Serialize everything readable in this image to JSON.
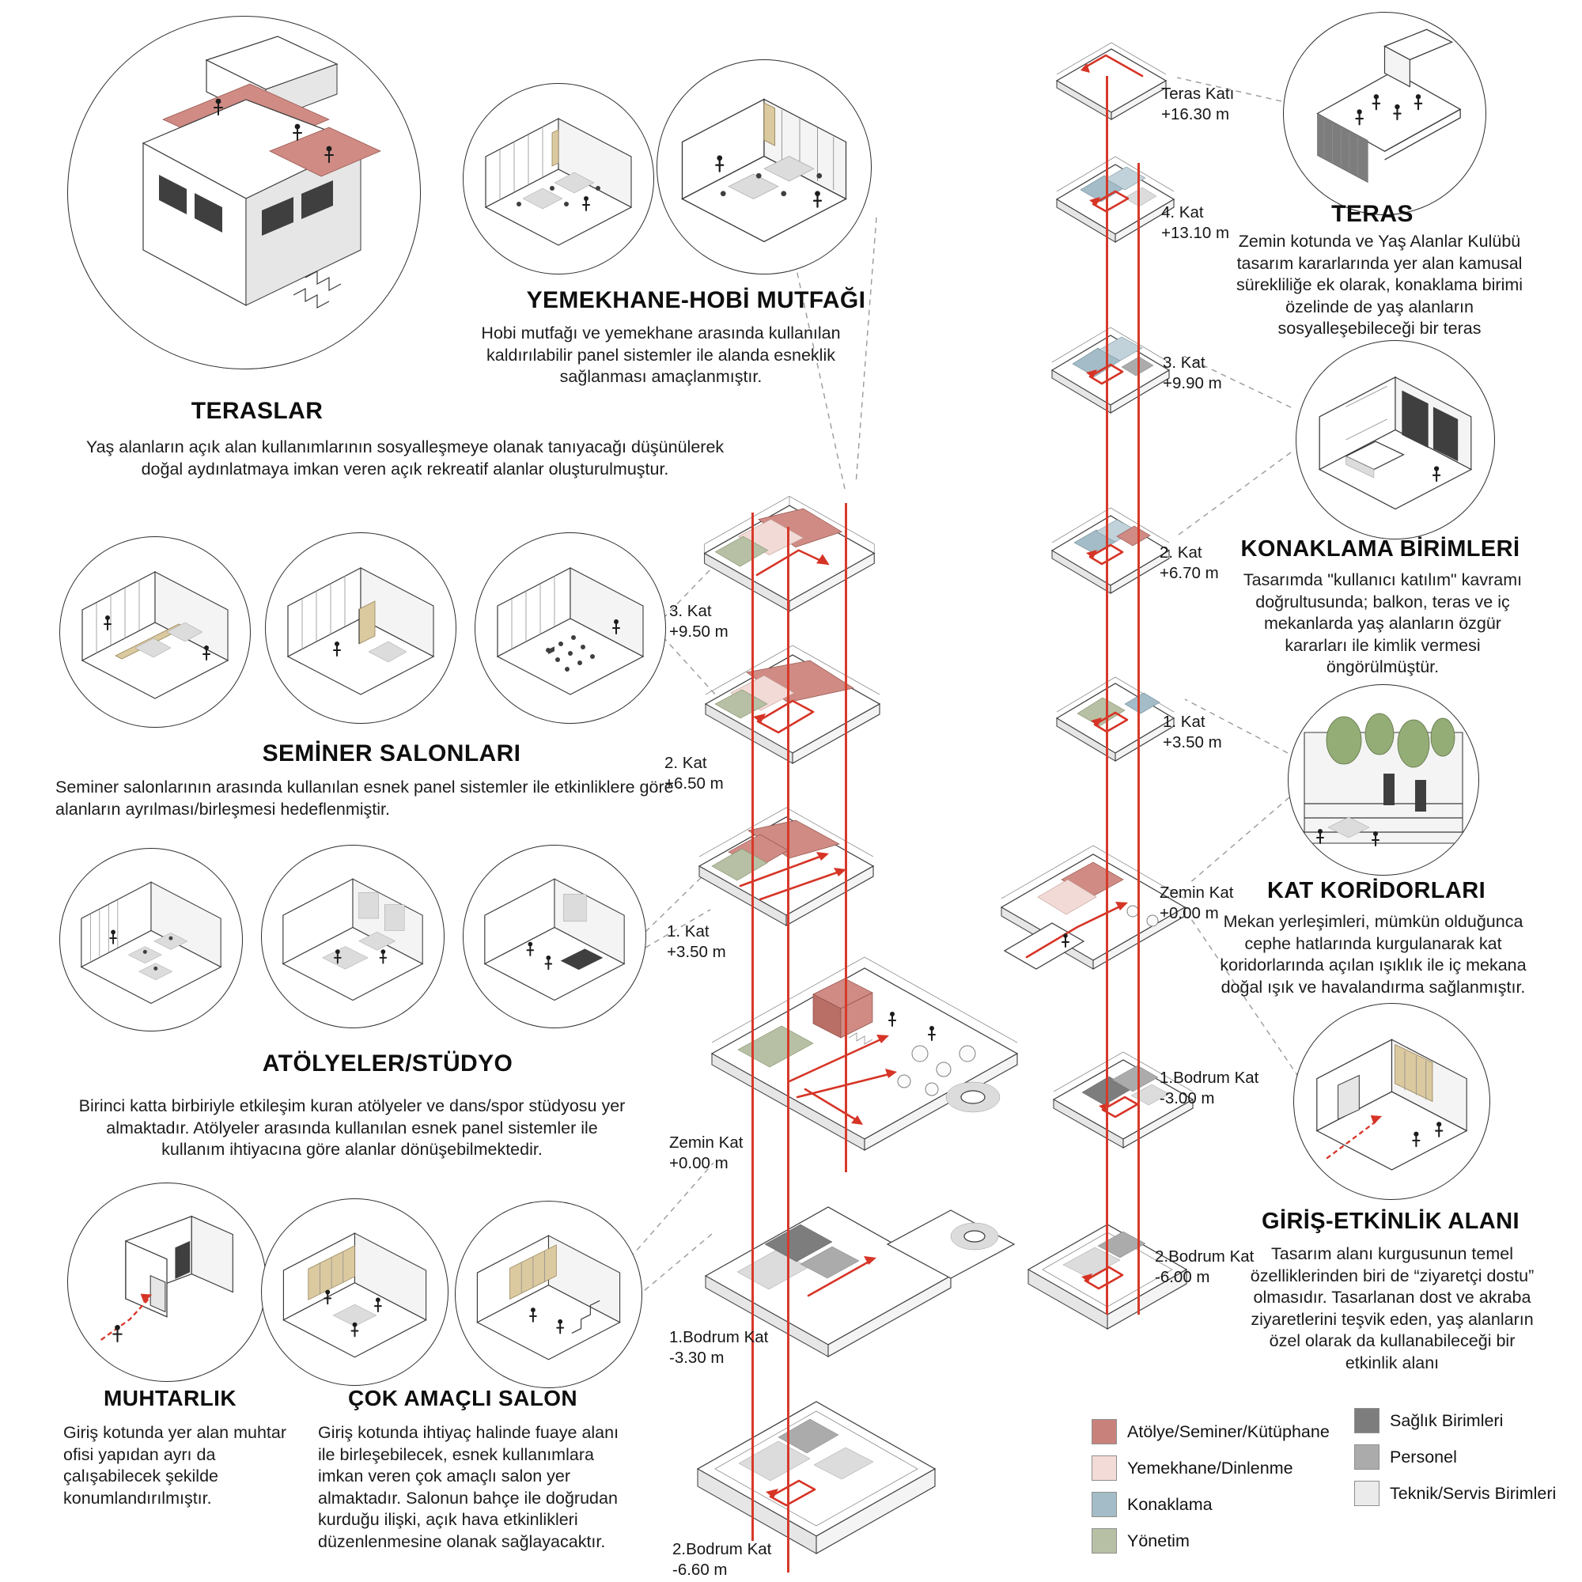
{
  "sections": {
    "teraslar": {
      "title": "TERASLAR",
      "body": "Yaş alanların açık alan kullanımlarının sosyalleşmeye olanak tanıyacağı  düşünülerek doğal aydınlatmaya imkan veren açık rekreatif alanlar oluşturulmuştur."
    },
    "yemekhane": {
      "title": "YEMEKHANE-HOBİ MUTFAĞI",
      "body": "Hobi mutfağı ve yemekhane arasında kullanılan kaldırılabilir panel sistemler ile alanda esneklik sağlanması amaçlanmıştır."
    },
    "seminer": {
      "title": "SEMİNER SALONLARI",
      "body": "Seminer salonlarının arasında kullanılan esnek panel sistemler ile etkinliklere göre alanların ayrılması/birleşmesi hedeflenmiştir."
    },
    "atolyeler": {
      "title": "ATÖLYELER/STÜDYO",
      "body": "Birinci katta birbiriyle etkileşim kuran atölyeler ve dans/spor stüdyosu yer almaktadır. Atölyeler  arasında kullanılan esnek panel sistemler ile kullanım ihtiyacına göre alanlar dönüşebilmektedir."
    },
    "muhtarlik": {
      "title": "MUHTARLIK",
      "body": "Giriş kotunda yer alan muhtar ofisi yapıdan ayrı da çalışabilecek şekilde konumlandırılmıştır."
    },
    "cok_amacli": {
      "title": "ÇOK AMAÇLI SALON",
      "body": "Giriş kotunda ihtiyaç halinde  fuaye alanı ile  birleşebilecek, esnek kullanımlara imkan veren çok amaçlı salon yer almaktadır. Salonun bahçe ile doğrudan kurduğu ilişki, açık hava etkinlikleri düzenlenmesine olanak sağlayacaktır."
    },
    "teras": {
      "title": "TERAS",
      "body": "Zemin kotunda ve Yaş Alanlar Kulübü tasarım kararlarında yer alan kamusal sürekliliğe ek olarak, konaklama birimi özelinde de yaş alanların sosyalleşebileceği bir teras"
    },
    "konaklama": {
      "title": "KONAKLAMA BİRİMLERİ",
      "body": "Tasarımda \"kullanıcı katılım\" kavramı doğrultusunda; balkon, teras ve iç mekanlarda yaş alanların özgür kararları ile kimlik vermesi öngörülmüştür."
    },
    "koridor": {
      "title": "KAT KORİDORLARI",
      "body": "Mekan yerleşimleri, mümkün olduğunca cephe hatlarında kurgulanarak kat koridorlarında açılan ışıklık ile iç mekana doğal ışık ve havalandırma sağlanmıştır."
    },
    "giris": {
      "title": "GİRİŞ-ETKİNLİK ALANI",
      "body": "Tasarım alanı kurgusunun temel özelliklerinden biri de “ziyaretçi dostu” olmasıdır. Tasarlanan dost ve akraba ziyaretlerini teşvik eden, yaş alanların özel olarak da kullanabileceği bir etkinlik alanı"
    }
  },
  "stacks": {
    "center": [
      {
        "label": "3. Kat",
        "elev": "+9.50 m"
      },
      {
        "label": "2. Kat",
        "elev": "+6.50 m"
      },
      {
        "label": "1. Kat",
        "elev": "+3.50 m"
      },
      {
        "label": "Zemin Kat",
        "elev": "+0.00 m"
      },
      {
        "label": "1.Bodrum Kat",
        "elev": "-3.30 m"
      },
      {
        "label": "2.Bodrum Kat",
        "elev": "-6.60 m"
      }
    ],
    "right": [
      {
        "label": "Teras Katı",
        "elev": "+16.30 m"
      },
      {
        "label": "4. Kat",
        "elev": "+13.10 m"
      },
      {
        "label": "3. Kat",
        "elev": "+9.90 m"
      },
      {
        "label": "2. Kat",
        "elev": "+6.70 m"
      },
      {
        "label": "1. Kat",
        "elev": "+3.50 m"
      },
      {
        "label": "Zemin Kat",
        "elev": "+0.00 m"
      },
      {
        "label": "1.Bodrum Kat",
        "elev": "-3.00 m"
      },
      {
        "label": "2.Bodrum Kat",
        "elev": "-6.00 m"
      }
    ]
  },
  "legend": {
    "left": [
      {
        "label": "Atölye/Seminer/Kütüphane",
        "color": "#c9827b"
      },
      {
        "label": "Yemekhane/Dinlenme",
        "color": "#f3dbd8"
      },
      {
        "label": "Konaklama",
        "color": "#a3bcc7"
      },
      {
        "label": "Yönetim",
        "color": "#b7c0a5"
      }
    ],
    "right": [
      {
        "label": "Sağlık Birimleri",
        "color": "#7d7d7d"
      },
      {
        "label": "Personel",
        "color": "#ababab"
      },
      {
        "label": "Teknik/Servis Birimleri",
        "color": "#ebebeb"
      }
    ]
  },
  "colors": {
    "circulation": "#d63a2a"
  }
}
